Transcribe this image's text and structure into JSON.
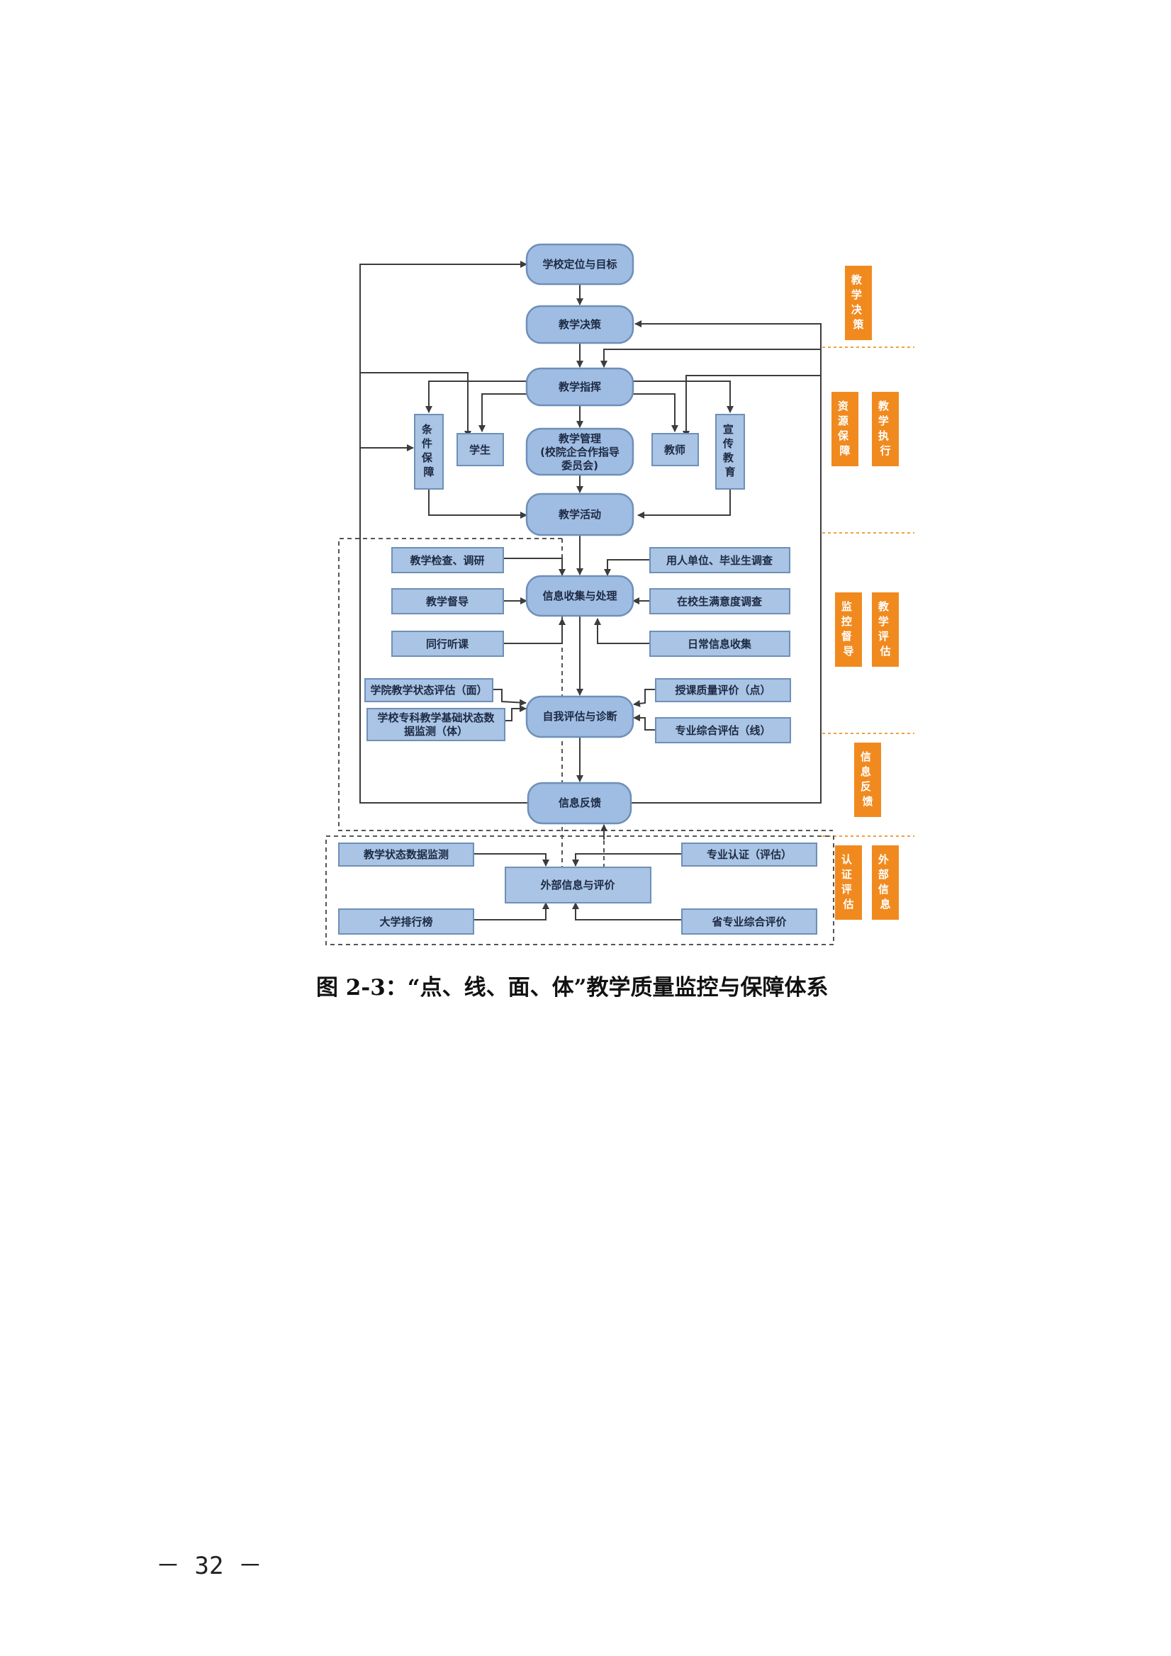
{
  "diagram": {
    "nodes": {
      "school_positioning": "学校定位与目标",
      "teaching_decision": "教学决策",
      "teaching_direction": "教学指挥",
      "condition_guarantee": "条件保障",
      "students": "学生",
      "teaching_management": [
        "教学管理",
        "(校院企合作指导",
        "委员会)"
      ],
      "teachers": "教师",
      "publicity_education": "宣传教育",
      "teaching_activities": "教学活动",
      "teaching_inspection": "教学检查、调研",
      "employer_survey": "用人单位、毕业生调查",
      "teaching_supervision": "教学督导",
      "info_collection": "信息收集与处理",
      "student_satisfaction": "在校生满意度调查",
      "peer_observation": "同行听课",
      "daily_info": "日常信息收集",
      "college_evaluation": "学院教学状态评估（面）",
      "teaching_quality_eval": "授课质量评价（点）",
      "self_evaluation": "自我评估与诊断",
      "school_data_monitoring": [
        "学校专科教学基础状态数",
        "据监测（体）"
      ],
      "major_evaluation": "专业综合评估（线）",
      "info_feedback": "信息反馈",
      "teaching_state_monitoring": "教学状态数据监测",
      "major_certification": "专业认证（评估）",
      "external_info": "外部信息与评价",
      "university_ranking": "大学排行榜",
      "provincial_evaluation": "省专业综合评价"
    },
    "tags": {
      "teaching_decision": "教学决策",
      "resource_guarantee": "资源保障",
      "teaching_execution": "教学执行",
      "monitoring_supervision": "监控督导",
      "teaching_evaluation": "教学评估",
      "info_feedback": "信息反馈",
      "certification_evaluation": "认证评估",
      "external_info": "外部信息"
    }
  },
  "caption": "图 2-3：“点、线、面、体”教学质量监控与保障体系",
  "page_number": "－ 32 －",
  "colors": {
    "node_fill": "#a9c4e4",
    "node_border": "#6f8fb8",
    "tag_fill": "#f18a1e",
    "line": "#3c3c3c"
  }
}
